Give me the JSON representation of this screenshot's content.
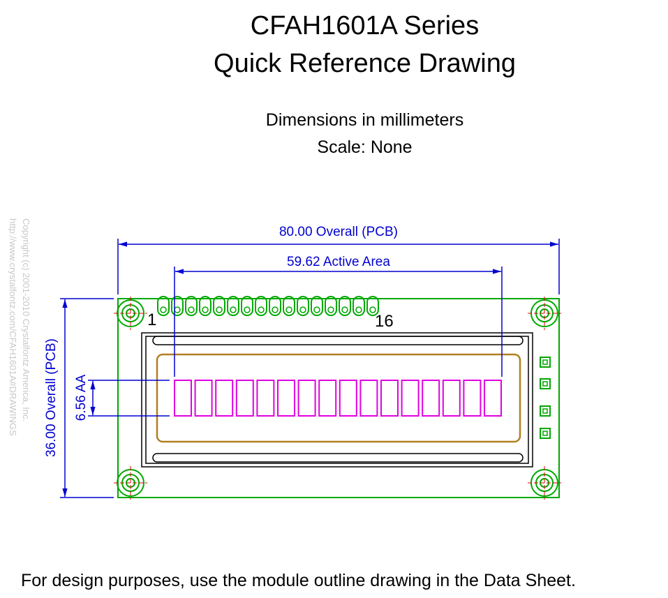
{
  "title_line1": "CFAH1601A Series",
  "title_line2": "Quick Reference Drawing",
  "subtitle_line1": "Dimensions in millimeters",
  "subtitle_line2": "Scale: None",
  "dimensions": {
    "overall_width": "80.00 Overall (PCB)",
    "active_area": "59.62 Active Area",
    "overall_height": "36.00 Overall (PCB)",
    "active_height": "6.56 AA"
  },
  "pin_labels": {
    "first": "1",
    "last": "16"
  },
  "copyright_line1": "Copyright (c) 2001-2010 Crystalfontz America, Inc.",
  "copyright_line2": "http://www.crystalfontz.com/CFAH1601A#DRAWINGS",
  "footer": "For design purposes, use the module outline drawing in the Data Sheet.",
  "colors": {
    "pcb_outline": "#00a800",
    "dimension": "#0000d0",
    "characters": "#e000e0",
    "viewing_area": "#b08020",
    "center_marks": "#e00000"
  },
  "counts": {
    "pins": 16,
    "characters": 16
  }
}
